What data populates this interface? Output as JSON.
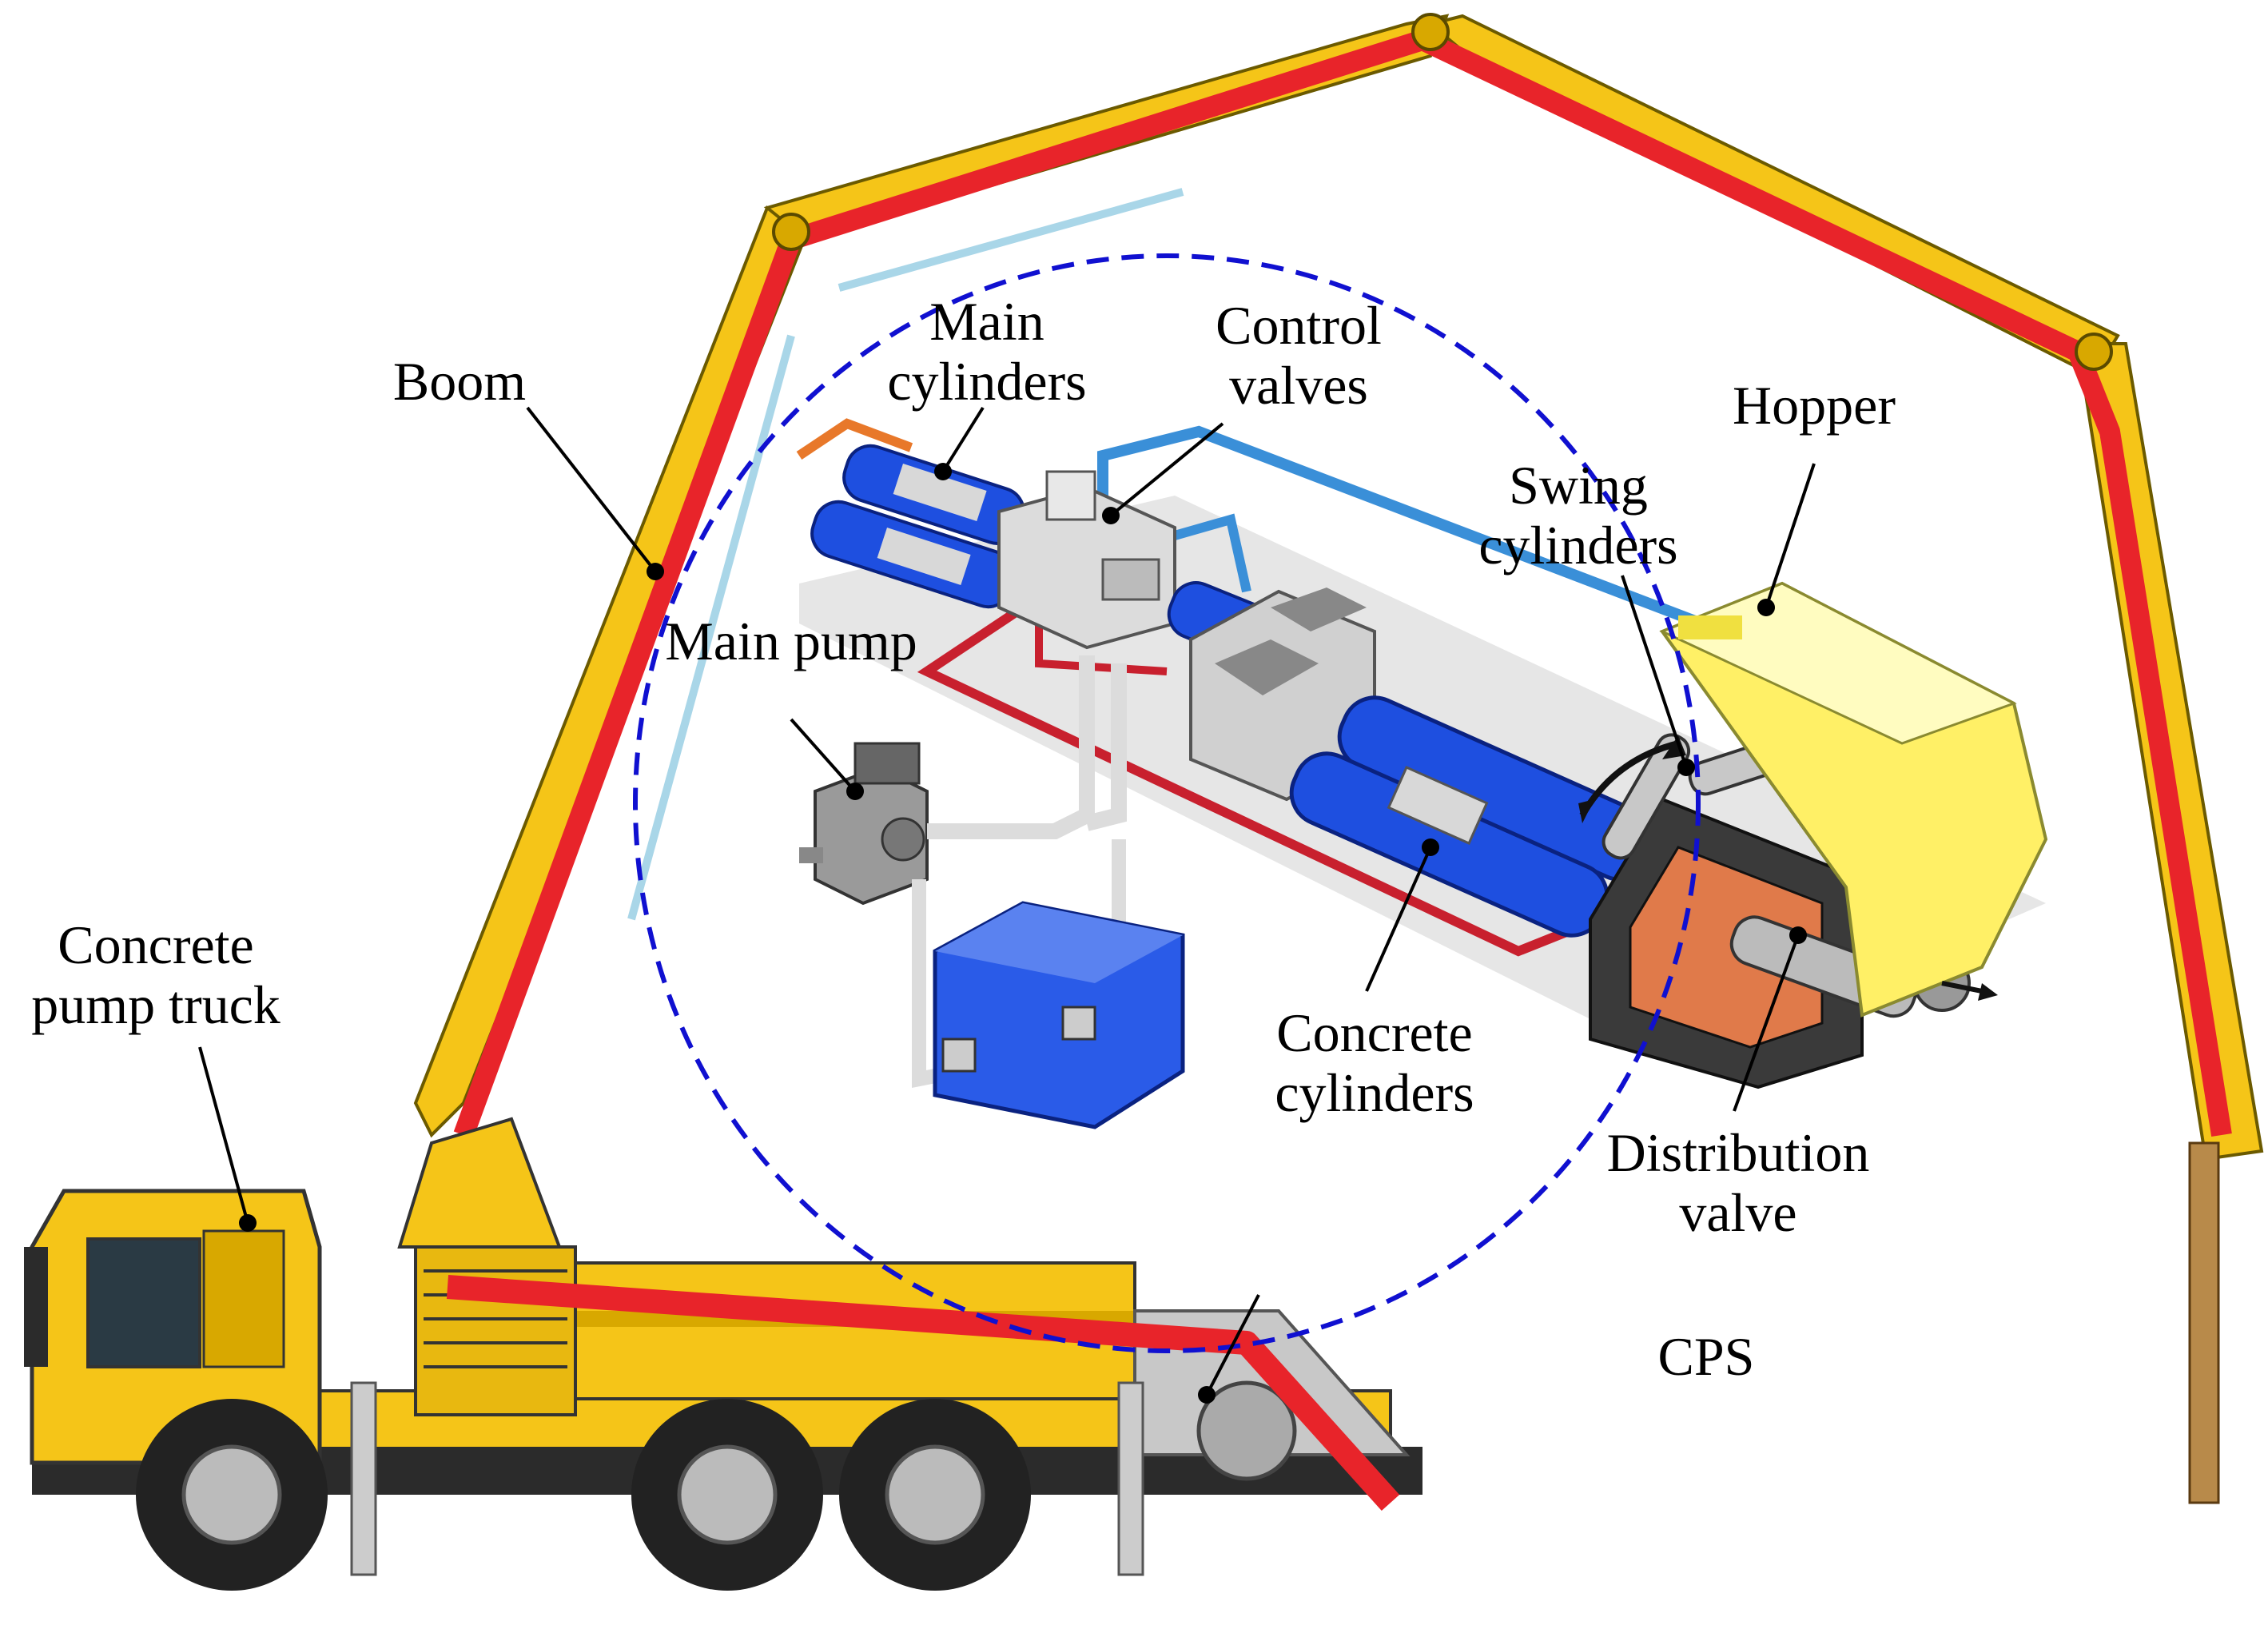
{
  "labels": {
    "boom": "Boom",
    "main_cylinders_1": "Main",
    "main_cylinders_2": "cylinders",
    "control_valves_1": "Control",
    "control_valves_2": "valves",
    "hopper": "Hopper",
    "swing_cylinders_1": "Swing",
    "swing_cylinders_2": "cylinders",
    "main_pump": "Main pump",
    "concrete_pump_truck_1": "Concrete",
    "concrete_pump_truck_2": "pump truck",
    "concrete_cylinders_1": "Concrete",
    "concrete_cylinders_2": "cylinders",
    "distribution_valve_1": "Distribution",
    "distribution_valve_2": "valve",
    "cps": "CPS"
  },
  "colors": {
    "boom_yellow": "#F5C518",
    "boom_red": "#E8242A",
    "cylinder_blue": "#1E4FE0",
    "tank_blue": "#2A5BE8",
    "pipe_red": "#C8202E",
    "pipe_blue": "#3A8FD8",
    "hopper_yellow": "#FFF066",
    "dash_blue": "#1010D0",
    "steel_grey": "#B8B8B8"
  }
}
